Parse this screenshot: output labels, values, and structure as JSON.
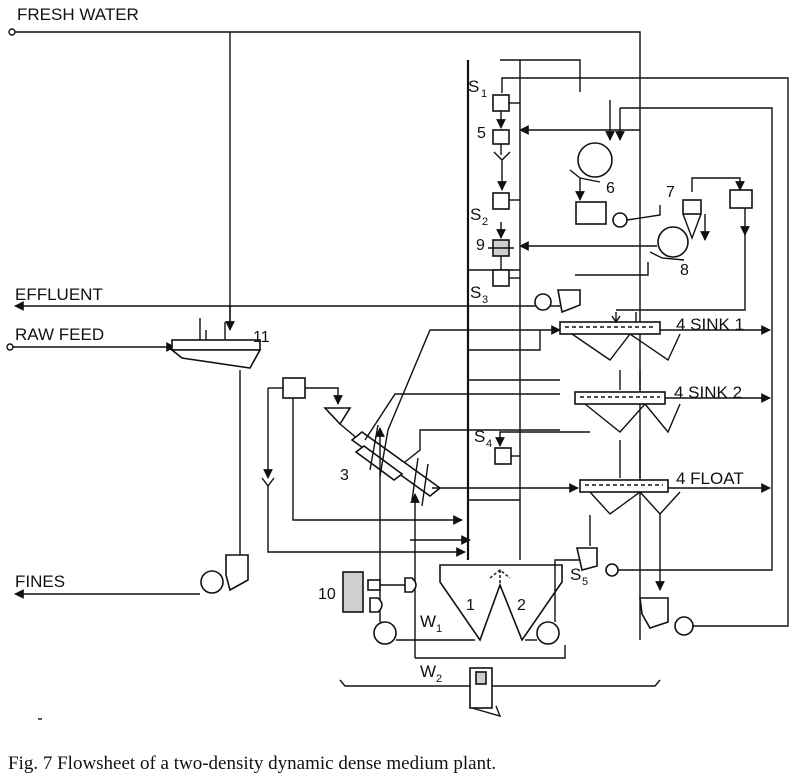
{
  "streams": {
    "fresh_water": "FRESH WATER",
    "effluent": "EFFLUENT",
    "raw_feed": "RAW FEED",
    "fines": "FINES"
  },
  "products": {
    "sink1": "4  SINK 1",
    "sink2": "4  SINK 2",
    "float": "4  FLOAT"
  },
  "unit_numbers": {
    "n5": "5",
    "n6": "6",
    "n7": "7",
    "n8": "8",
    "n9": "9",
    "n10": "10",
    "n11": "11",
    "n3": "3",
    "n1": "1",
    "n2": "2"
  },
  "splitters": {
    "s1": "S",
    "s1_sub": "1",
    "s2": "S",
    "s2_sub": "2",
    "s3": "S",
    "s3_sub": "3",
    "s4": "S",
    "s4_sub": "4",
    "s5": "S",
    "s5_sub": "5"
  },
  "water": {
    "w1": "W",
    "w1_sub": "1",
    "w2": "W",
    "w2_sub": "2"
  },
  "caption": "Fig. 7  Flowsheet of a two-density dynamic dense medium plant."
}
